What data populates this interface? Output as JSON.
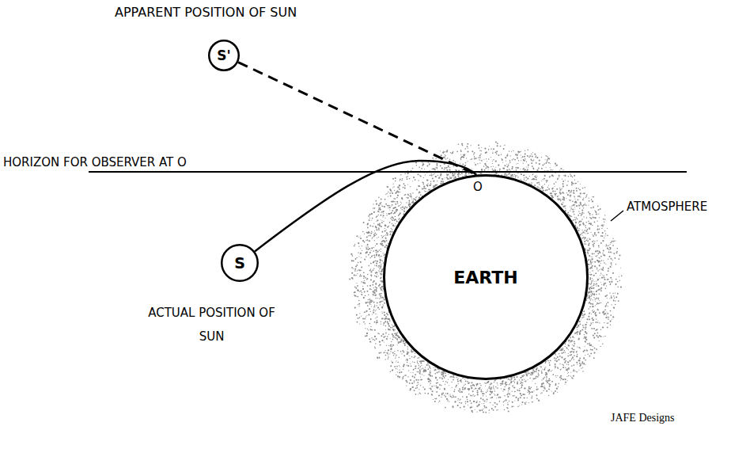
{
  "diagram": {
    "nodes": [
      {
        "text": [
          "S'"
        ]
      },
      {
        "text": [
          "S"
        ]
      },
      {
        "text": [
          "EARTH"
        ]
      }
    ],
    "edges": [
      {
        "from": 0,
        "to": 2,
        "arrow": "none"
      },
      {
        "from": 1,
        "to": 2,
        "arrow": "none"
      }
    ],
    "labels": [
      "APPARENT POSITION OF SUN",
      "HORIZON FOR OBSERVER AT O",
      "O",
      "ATMOSPHERE",
      "ACTUAL POSITION OF SUN",
      "JAFE Designs"
    ]
  }
}
